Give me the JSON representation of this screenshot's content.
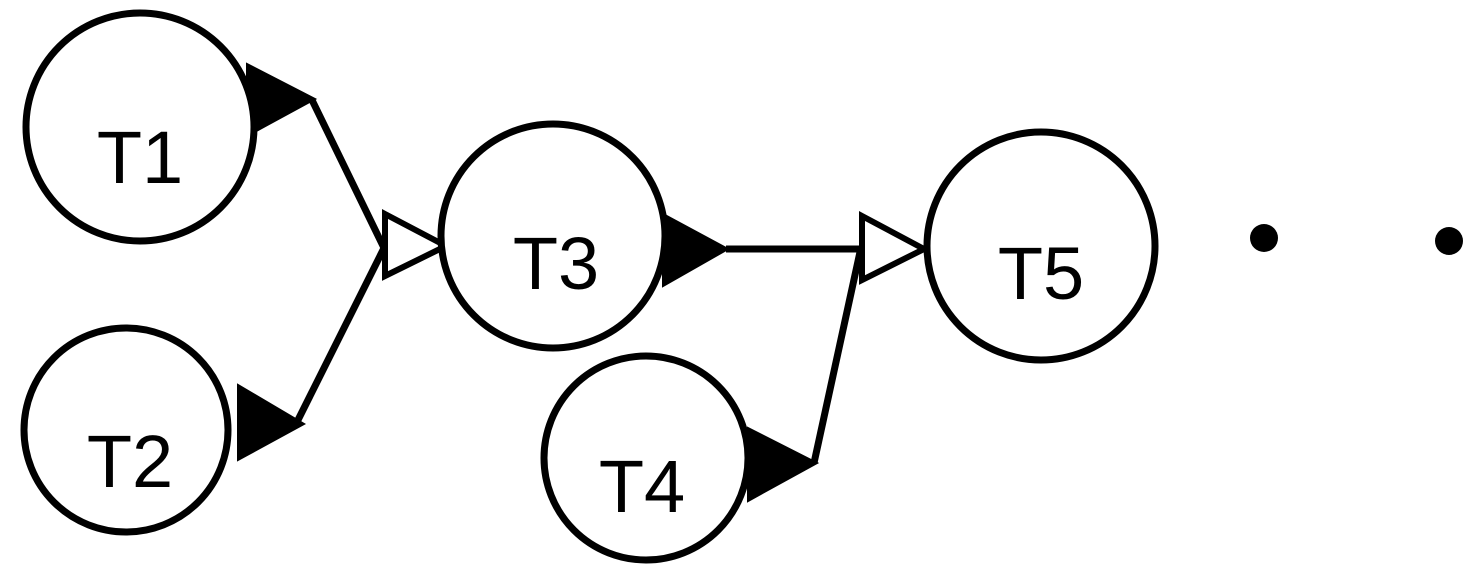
{
  "nodes": [
    {
      "id": "t1",
      "label": "T1"
    },
    {
      "id": "t2",
      "label": "T2"
    },
    {
      "id": "t3",
      "label": "T3"
    },
    {
      "id": "t4",
      "label": "T4"
    },
    {
      "id": "t5",
      "label": "T5"
    }
  ],
  "edges": [
    {
      "from": "T1",
      "to": "T3"
    },
    {
      "from": "T2",
      "to": "T3"
    },
    {
      "from": "T3",
      "to": "T5"
    },
    {
      "from": "T4",
      "to": "T5"
    }
  ],
  "continuation": "ellipsis",
  "colors": {
    "stroke": "#000000",
    "background": "#ffffff"
  }
}
